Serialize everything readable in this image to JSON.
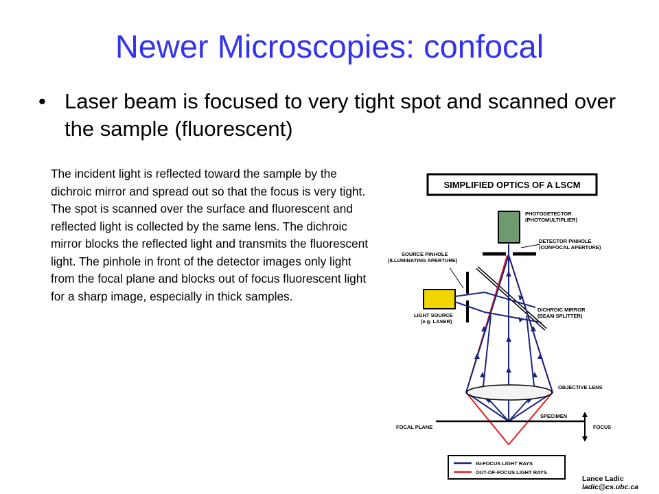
{
  "slide": {
    "title": "Newer Microscopies: confocal",
    "bullet": {
      "marker": "•",
      "text": "Laser beam is focused to very tight spot and scanned over the sample (fluorescent)"
    },
    "description": "The incident light is reflected toward the sample by the dichroic mirror and spread out so that the focus is very tight.  The spot is scanned over the surface and fluorescent and reflected light is collected by the same lens.  The dichroic mirror blocks the reflected light and transmits the fluorescent light.  The pinhole in front of the detector images only light from the focal plane and blocks out of focus fluorescent light for a sharp image, especially in thick samples."
  },
  "diagram": {
    "title": "SIMPLIFIED OPTICS OF A LSCM",
    "labels": {
      "photodetector_1": "PHOTODETECTOR",
      "photodetector_2": "(PHOTOMULTIPLIER)",
      "detector_pinhole_1": "DETECTOR PINHOLE",
      "detector_pinhole_2": "(CONFOCAL APERTURE)",
      "source_pinhole_1": "SOURCE PINHOLE",
      "source_pinhole_2": "(ILLUMINATING APERTURE)",
      "dichroic_1": "DICHROIC MIRROR",
      "dichroic_2": "(BEAM SPLITTER)",
      "light_source_1": "LIGHT SOURCE",
      "light_source_2": "(e.g. LASER)",
      "objective": "OBJECTIVE LENS",
      "specimen": "SPECIMEN",
      "focal_plane": "FOCAL PLANE",
      "focus": "FOCUS"
    },
    "legend": {
      "in_focus": "IN-FOCUS LIGHT RAYS",
      "out_of_focus": "OUT-OF-FOCUS LIGHT RAYS"
    },
    "colors": {
      "in_focus_ray": "#1a237e",
      "out_of_focus_ray": "#e02020",
      "photodetector": "#6f9a6f",
      "light_source": "#f2d600"
    }
  },
  "credit": {
    "name": "Lance Ladic",
    "email": "ladic@cs.ubc.ca"
  }
}
